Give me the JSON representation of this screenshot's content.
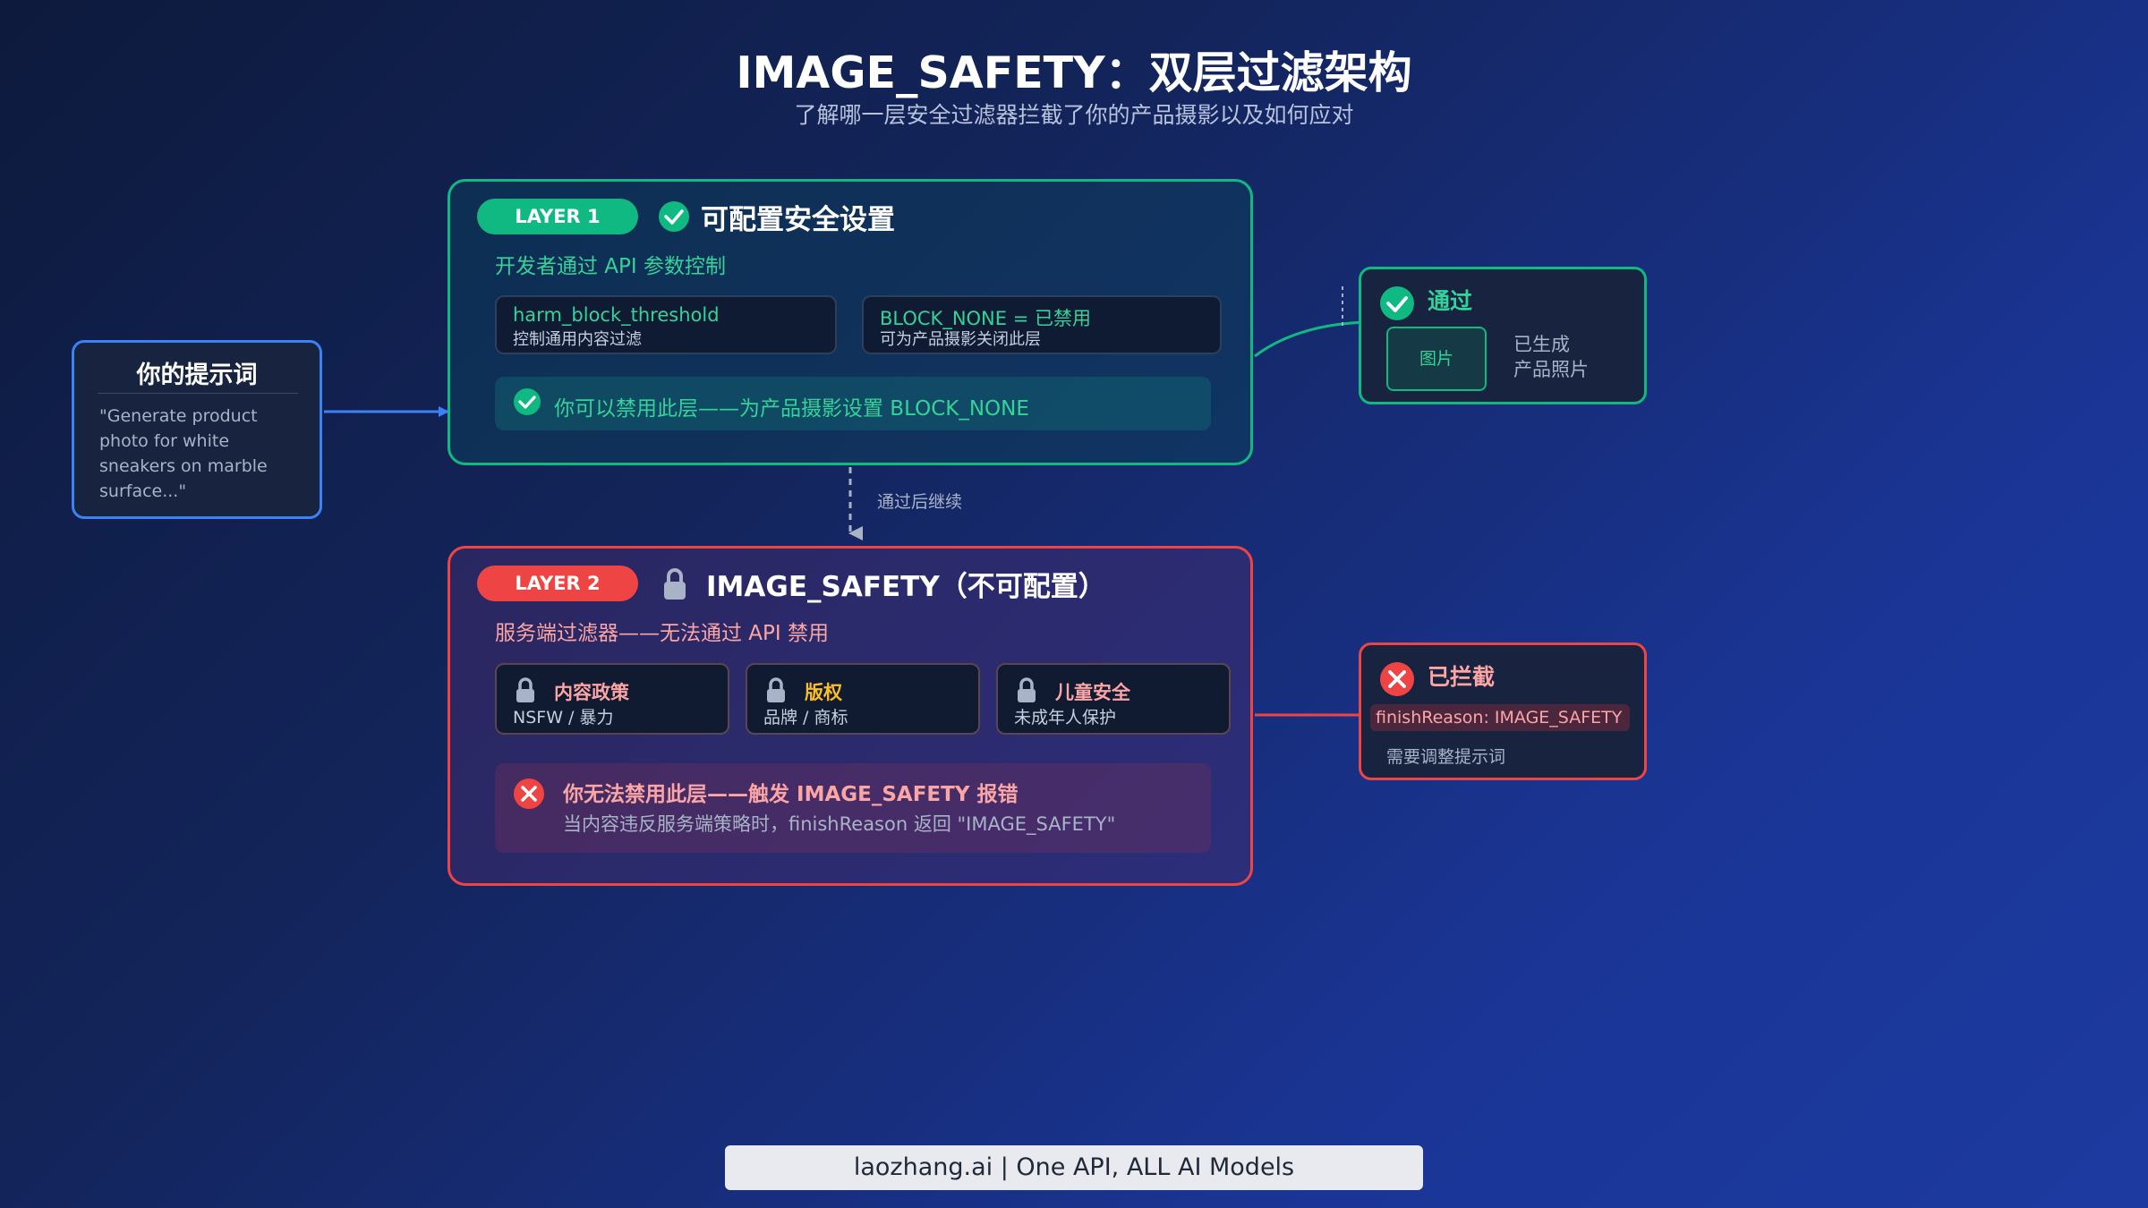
{
  "header": {
    "title": "IMAGE_SAFETY：双层过滤架构",
    "subtitle": "了解哪一层安全过滤器拦截了你的产品摄影以及如何应对"
  },
  "prompt": {
    "title": "你的提示词",
    "text": "\"Generate product photo for white sneakers on marble surface...\""
  },
  "layer1": {
    "badge": "LAYER 1",
    "heading": "可配置安全设置",
    "subtitle": "开发者通过 API 参数控制",
    "params": [
      {
        "key": "harm_block_threshold",
        "desc": "控制通用内容过滤"
      },
      {
        "key": "BLOCK_NONE = 已禁用",
        "desc": "可为产品摄影关闭此层"
      }
    ],
    "note": "你可以禁用此层——为产品摄影设置 BLOCK_NONE"
  },
  "connector": {
    "continue_label": "通过后继续"
  },
  "layer2": {
    "badge": "LAYER 2",
    "heading": "IMAGE_SAFETY（不可配置）",
    "subtitle": "服务端过滤器——无法通过 API 禁用",
    "categories": [
      {
        "title": "内容政策",
        "desc": "NSFW / 暴力",
        "color": "#fca5a5"
      },
      {
        "title": "版权",
        "desc": "品牌 / 商标",
        "color": "#fbbf24"
      },
      {
        "title": "儿童安全",
        "desc": "未成年人保护",
        "color": "#fca5a5"
      }
    ],
    "note_title": "你无法禁用此层——触发 IMAGE_SAFETY 报错",
    "note_desc": "当内容违反服务端策略时，finishReason 返回 \"IMAGE_SAFETY\""
  },
  "pass": {
    "title": "通过",
    "image_label": "图片",
    "desc": "已生成\n产品照片"
  },
  "blocked": {
    "title": "已拦截",
    "code": "finishReason: IMAGE_SAFETY",
    "desc": "需要调整提示词"
  },
  "footer": {
    "text": "laozhang.ai | One API, ALL AI Models"
  },
  "colors": {
    "green": "#10b981",
    "red": "#ef4444",
    "blue": "#3b82f6",
    "amber": "#fbbf24"
  },
  "icons": [
    "check-circle-icon",
    "lock-icon",
    "x-circle-icon",
    "arrow-icon"
  ]
}
